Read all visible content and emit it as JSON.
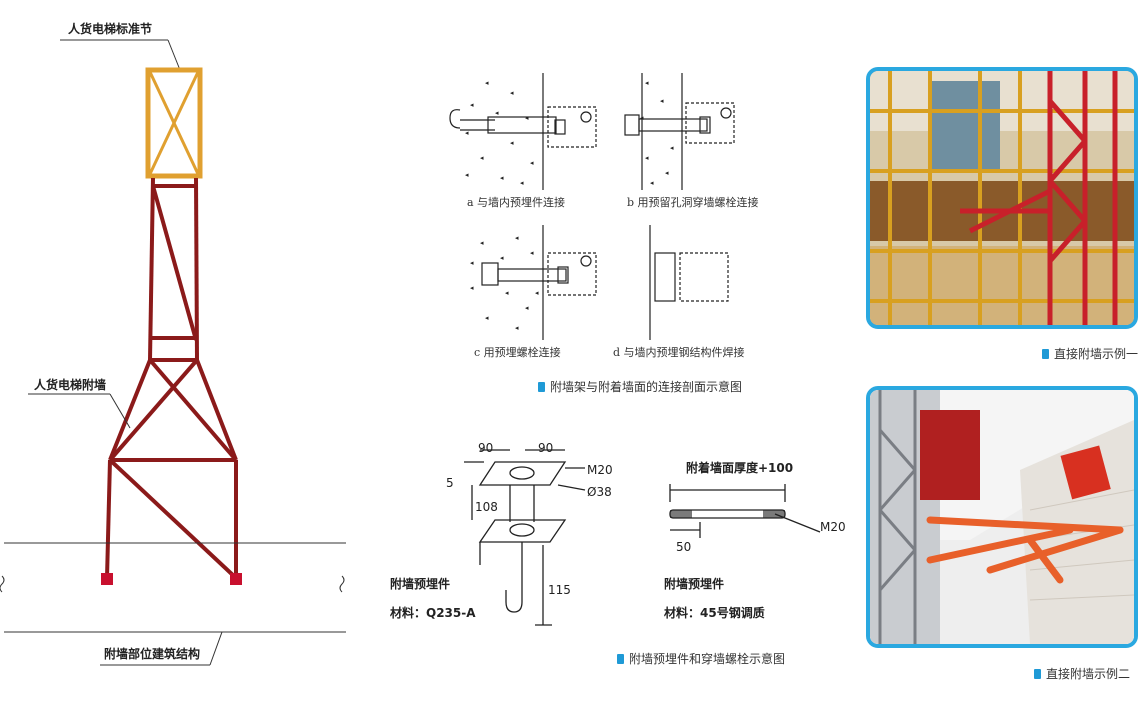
{
  "left_diagram": {
    "label_standard_section": "人货电梯标准节",
    "label_wall_attachment": "人货电梯附墙",
    "label_building_structure": "附墙部位建筑结构"
  },
  "section_details": {
    "sub_a": "a 与墙内预埋件连接",
    "sub_b": "b 用预留孔洞穿墙螺栓连接",
    "sub_c": "c 用预埋螺栓连接",
    "sub_d": "d 与墙内预埋钢结构件焊接",
    "caption": "附墙架与附着墙面的连接剖面示意图"
  },
  "embedded_parts": {
    "plate": {
      "dim_90_a": "90",
      "dim_90_b": "90",
      "dim_5": "5",
      "dim_108": "108",
      "dim_115": "115",
      "label_m20": "M20",
      "label_d38": "Ø38",
      "title": "附墙预埋件",
      "material": "材料：Q235-A"
    },
    "bolt": {
      "dim_length": "附着墙面厚度+100",
      "dim_50": "50",
      "label_m20": "M20",
      "title": "附墙预埋件",
      "material": "材料：45号钢调质"
    },
    "caption": "附墙预埋件和穿墙螺栓示意图"
  },
  "photos": {
    "caption_1": "直接附墙示例一",
    "caption_2": "直接附墙示例二"
  },
  "colors": {
    "frame_red": "#8b1a1a",
    "section_gold": "#e0a030",
    "accent_blue": "#1f9ad6",
    "photo_border": "#2aa8e0"
  }
}
